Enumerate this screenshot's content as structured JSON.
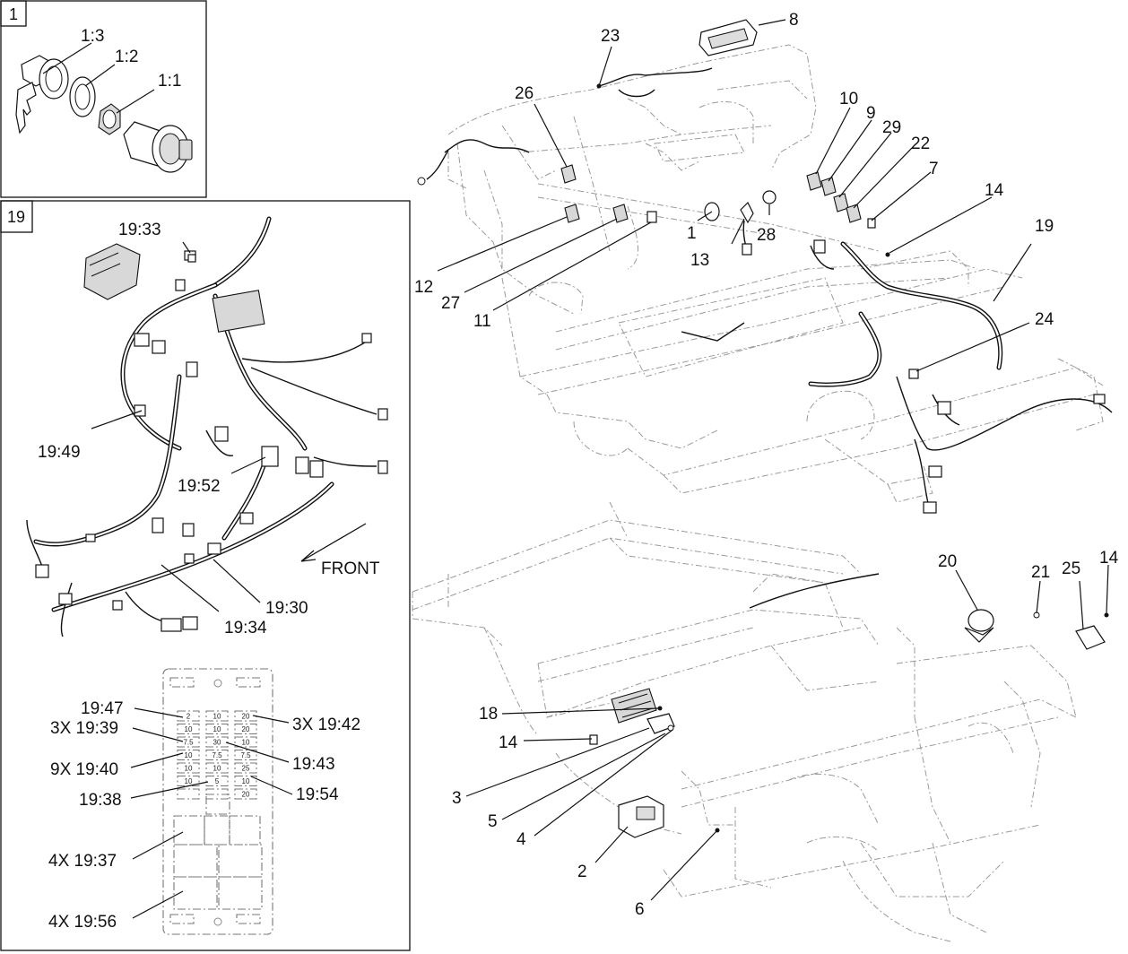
{
  "inset_1": {
    "number": "1",
    "labels": [
      "1:3",
      "1:2",
      "1:1"
    ]
  },
  "inset_19": {
    "number": "19",
    "harness_labels": [
      "19:33",
      "19:49",
      "19:52",
      "FRONT",
      "19:30",
      "19:34"
    ],
    "fuse_box_labels": [
      "19:47",
      "3X 19:42",
      "3X 19:39",
      "19:43",
      "9X 19:40",
      "19:54",
      "19:38",
      "4X 19:37",
      "4X 19:56"
    ],
    "fuse_rows": [
      [
        "2",
        "10",
        "20"
      ],
      [
        "10",
        "10",
        "20"
      ],
      [
        "7.5",
        "30",
        "10"
      ],
      [
        "10",
        "7.5",
        "7.5"
      ],
      [
        "10",
        "10",
        "25"
      ],
      [
        "10",
        "5",
        "10"
      ],
      [
        "",
        "",
        "20"
      ]
    ]
  },
  "upper_callouts": [
    "23",
    "8",
    "26",
    "10",
    "9",
    "29",
    "22",
    "7",
    "14",
    "19",
    "12",
    "27",
    "11",
    "1",
    "13",
    "28",
    "24"
  ],
  "lower_callouts": [
    "20",
    "21",
    "25",
    "14",
    "18",
    "14",
    "3",
    "5",
    "4",
    "2",
    "6"
  ]
}
